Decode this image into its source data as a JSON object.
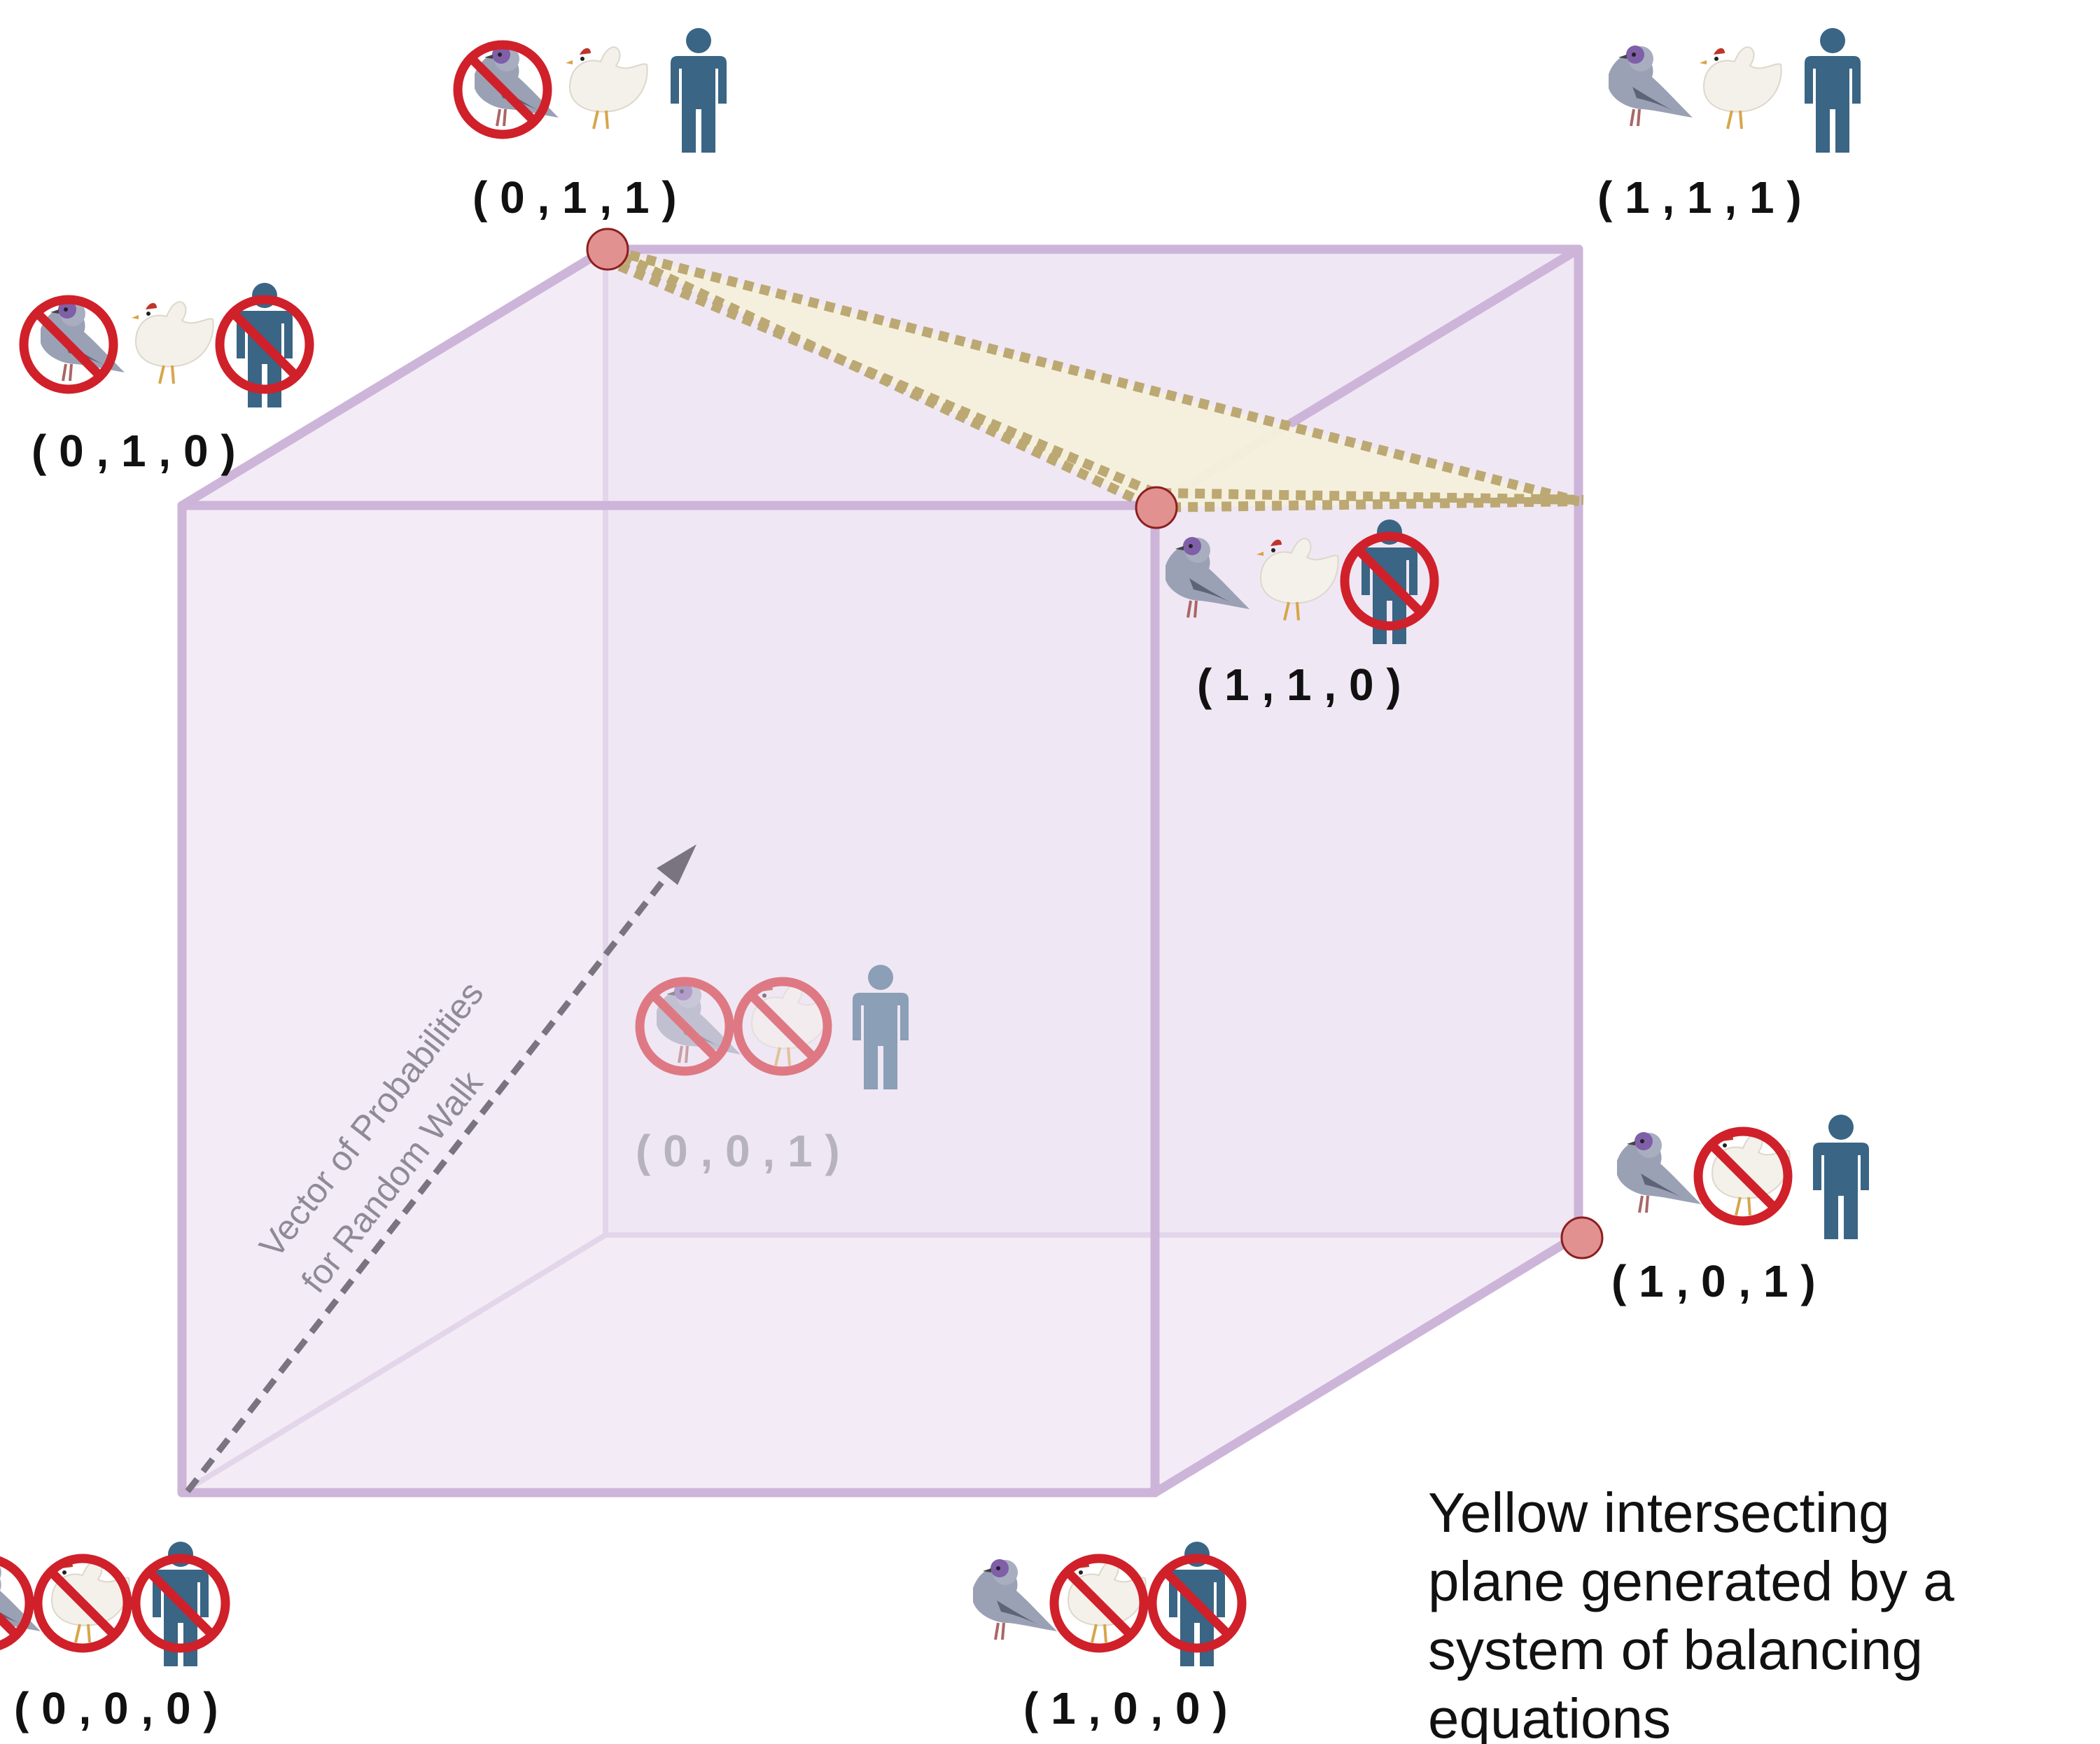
{
  "colors": {
    "cube_fill": "#efe6f3",
    "cube_edge": "#cdb5d9",
    "cube_hidden_edge": "#e3d6ea",
    "plane_fill": "#f4f0dc",
    "plane_edge": "#bca873",
    "vertex_dot": "#e29191",
    "vertex_dot_stroke": "#8c1f1f",
    "no_symbol": "#d0202a",
    "person": "#3a6585",
    "pigeon": "#8e95a7",
    "chicken": "#f2efe9",
    "arrow": "#7a7480"
  },
  "vertices": [
    {
      "id": "v000",
      "label": "( 0 , 0 , 0 )",
      "pigeon": false,
      "chicken": false,
      "human": false
    },
    {
      "id": "v100",
      "label": "( 1 , 0 , 0 )",
      "pigeon": true,
      "chicken": false,
      "human": false
    },
    {
      "id": "v010",
      "label": "( 0 , 1 , 0 )",
      "pigeon": false,
      "chicken": true,
      "human": false
    },
    {
      "id": "v110",
      "label": "( 1 , 1 , 0 )",
      "pigeon": true,
      "chicken": true,
      "human": false
    },
    {
      "id": "v001",
      "label": "( 0 , 0 , 1 )",
      "pigeon": false,
      "chicken": false,
      "human": true
    },
    {
      "id": "v101",
      "label": "( 1 , 0 , 1 )",
      "pigeon": true,
      "chicken": false,
      "human": true
    },
    {
      "id": "v011",
      "label": "( 0 , 1 , 1 )",
      "pigeon": false,
      "chicken": true,
      "human": true
    },
    {
      "id": "v111",
      "label": "( 1 , 1 , 1 )",
      "pigeon": true,
      "chicken": true,
      "human": true
    }
  ],
  "icons": {
    "pigeon": "pigeon-icon",
    "chicken": "chicken-icon",
    "human": "person-icon",
    "excluded": "no-symbol-icon"
  },
  "arrow": {
    "label_line1": "Vector of Probabilities",
    "label_line2": "for Random Walk"
  },
  "caption": {
    "lines": [
      "Yellow intersecting",
      "plane generated by a",
      "system of balancing",
      "equations"
    ]
  }
}
